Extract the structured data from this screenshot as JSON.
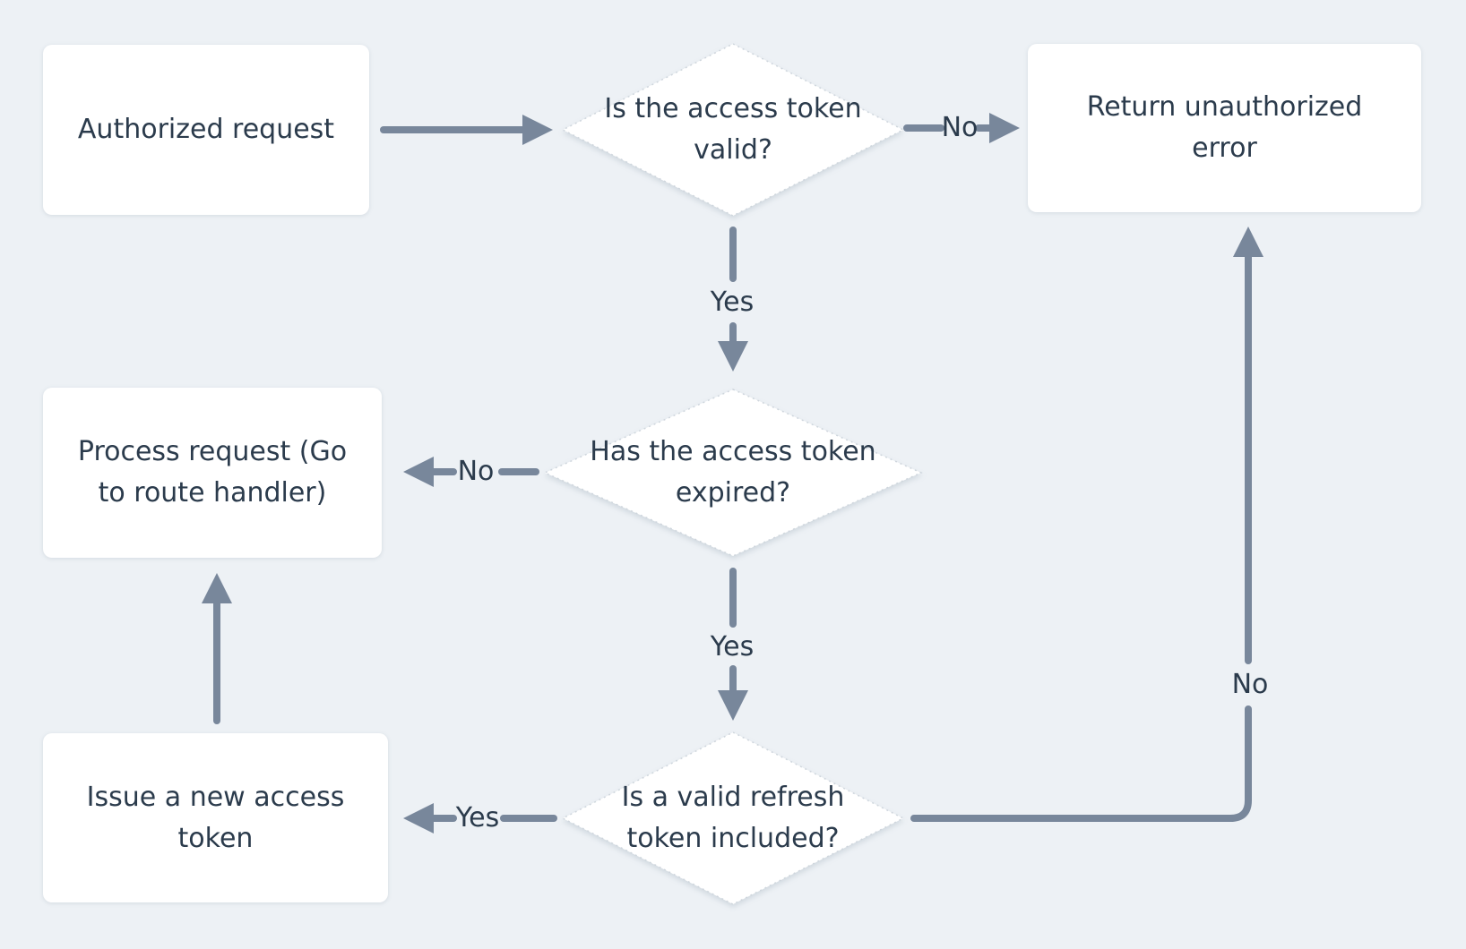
{
  "diagram": {
    "title": "access-token-authorization-flowchart",
    "background_color": "#edf1f5",
    "node_fill_color": "#ffffff",
    "text_color": "#2b3b4c",
    "arrow_color": "#78879b",
    "diamond_border_color": "#cfd6dd"
  },
  "nodes": {
    "authorized_request": {
      "label": "Authorized request",
      "type": "process"
    },
    "is_token_valid": {
      "label": "Is the access token\nvalid?",
      "type": "decision"
    },
    "return_unauthorized": {
      "label": "Return unauthorized\nerror",
      "type": "process"
    },
    "process_request": {
      "label": "Process request (Go\nto route handler)",
      "type": "process"
    },
    "has_token_expired": {
      "label": "Has the access token\nexpired?",
      "type": "decision"
    },
    "issue_new_token": {
      "label": "Issue a new access\ntoken",
      "type": "process"
    },
    "is_refresh_included": {
      "label": "Is a valid refresh\ntoken included?",
      "type": "decision"
    }
  },
  "edges": {
    "token_valid_no": "No",
    "token_valid_yes": "Yes",
    "token_expired_no": "No",
    "token_expired_yes": "Yes",
    "refresh_included_yes": "Yes",
    "refresh_included_no": "No"
  }
}
